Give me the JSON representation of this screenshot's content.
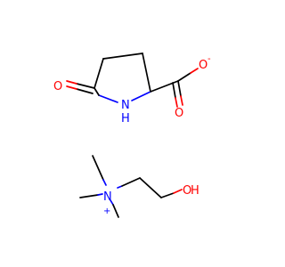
{
  "molecules": [
    {
      "id": "pyroglutamate",
      "atoms": {
        "ring_oxygen": {
          "symbol": "O",
          "color": "#ff0000"
        },
        "ring_nitrogen": {
          "symbol": "N",
          "color": "#0000ff"
        },
        "ring_hydrogen": {
          "symbol": "H",
          "color": "#0000ff"
        },
        "carbonyl_oxygen": {
          "symbol": "O",
          "color": "#ff0000"
        },
        "anion_oxygen": {
          "symbol": "O",
          "color": "#ff0000"
        },
        "anion_charge": "-"
      }
    },
    {
      "id": "choline",
      "atoms": {
        "nitrogen": {
          "symbol": "N",
          "color": "#0000ff"
        },
        "cation_charge": "+",
        "hydroxyl_oxygen": {
          "symbol": "O",
          "color": "#ff0000"
        },
        "hydroxyl_hydrogen": {
          "symbol": "H",
          "color": "#ff0000"
        }
      }
    }
  ]
}
